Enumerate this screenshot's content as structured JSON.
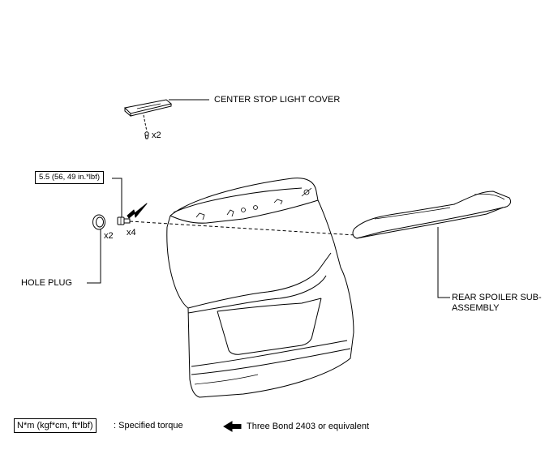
{
  "labels": {
    "center_stop_light_cover": "CENTER STOP LIGHT COVER",
    "screw_qty": "x2",
    "torque_value": "5.5 (56, 49 in.*lbf)",
    "bolt_qty": "x4",
    "plug_qty": "x2",
    "hole_plug": "HOLE PLUG",
    "rear_spoiler_line1": "REAR SPOILER SUB-",
    "rear_spoiler_line2": "ASSEMBLY"
  },
  "legend": {
    "torque_unit_box": "N*m (kgf*cm, ft*lbf)",
    "torque_desc": ": Specified torque",
    "adhesive_desc": "Three Bond 2403 or equivalent"
  }
}
